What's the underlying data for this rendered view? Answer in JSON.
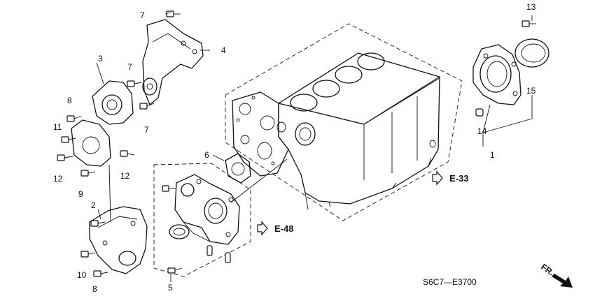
{
  "diagram": {
    "callouts": {
      "c1": "1",
      "c2": "2",
      "c3": "3",
      "c4": "4",
      "c5": "5",
      "c6": "6",
      "c7a": "7",
      "c7b": "7",
      "c7c": "7",
      "c8a": "8",
      "c8b": "8",
      "c9": "9",
      "c10": "10",
      "c11": "11",
      "c12a": "12",
      "c12b": "12",
      "c13": "13",
      "c14": "14",
      "c15": "15"
    },
    "refs": {
      "e33": "E-33",
      "e48": "E-48"
    },
    "diagram_code": "S6C7—E3700",
    "fr_label": "FR."
  }
}
